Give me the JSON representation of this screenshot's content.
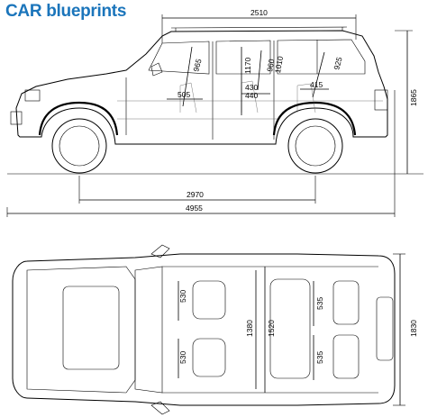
{
  "logo": {
    "brand": "CAR",
    "suffix": " blueprints"
  },
  "side_dims": {
    "wheelbase_upper": "2510",
    "height": "1865",
    "cargo_height": "965",
    "window_height": "1170",
    "interior": "960\n1010",
    "interior_b": "925",
    "seat_depth": "505",
    "rear_len": "415",
    "knee": "430\n440",
    "wheelbase": "2970",
    "length": "4955"
  },
  "top_dims": {
    "front_seat_width_a": "530",
    "front_seat_width_b": "530",
    "interior_width": "1380",
    "shoulder_width": "1520",
    "rear_seat_a": "535",
    "rear_seat_b": "535",
    "overall_width": "1830"
  }
}
